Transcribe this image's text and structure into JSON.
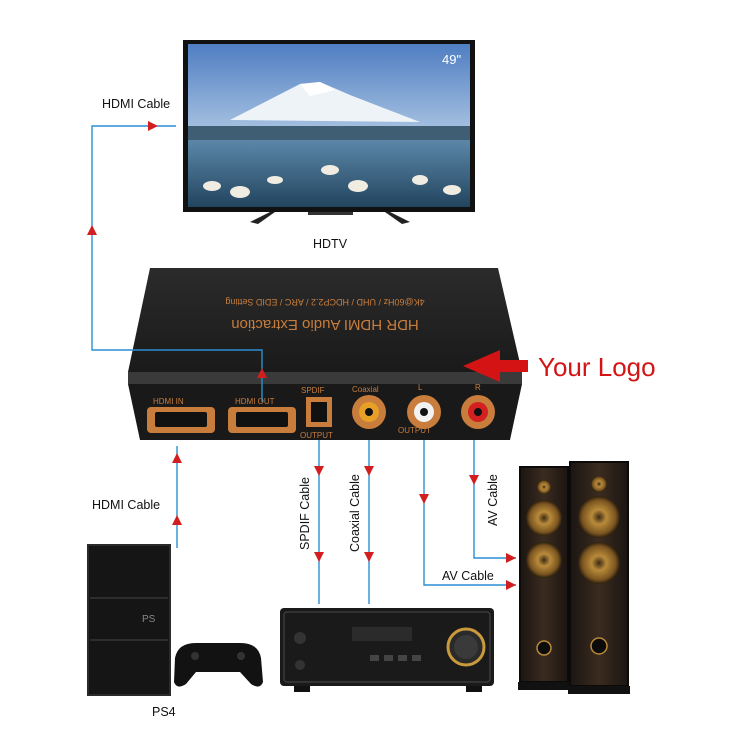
{
  "tv": {
    "label": "HDTV",
    "size_badge": "49\""
  },
  "extractor": {
    "product_name": "HDR HDMI Audio Extraction",
    "features": "4K@60Hz / UHD / HDCP2.2 / ARC / EDID Setting",
    "port_hdmi_in": "HDMI IN",
    "port_hdmi_out": "HDMI OUT",
    "port_spdif": "SPDIF",
    "port_output": "OUTPUT",
    "port_coaxial": "Coaxial",
    "port_left": "L",
    "port_right": "R",
    "port_audio_output": "OUTPUT"
  },
  "logo_callout": "Your Logo",
  "cables": {
    "hdmi_top": "HDMI Cable",
    "hdmi_bottom": "HDMI Cable",
    "spdif": "SPDIF Cable",
    "coaxial": "Coaxial Cable",
    "av_vertical": "AV Cable",
    "av_horizontal": "AV Cable"
  },
  "devices": {
    "ps4": "PS4",
    "receiver": "receiver",
    "speakers": "speakers"
  },
  "colors": {
    "connector_line": "#2a8fd6",
    "arrow": "#d21e1e",
    "logo": "#d41414",
    "box": "#1c1c1c",
    "copper": "#c87d3c"
  }
}
